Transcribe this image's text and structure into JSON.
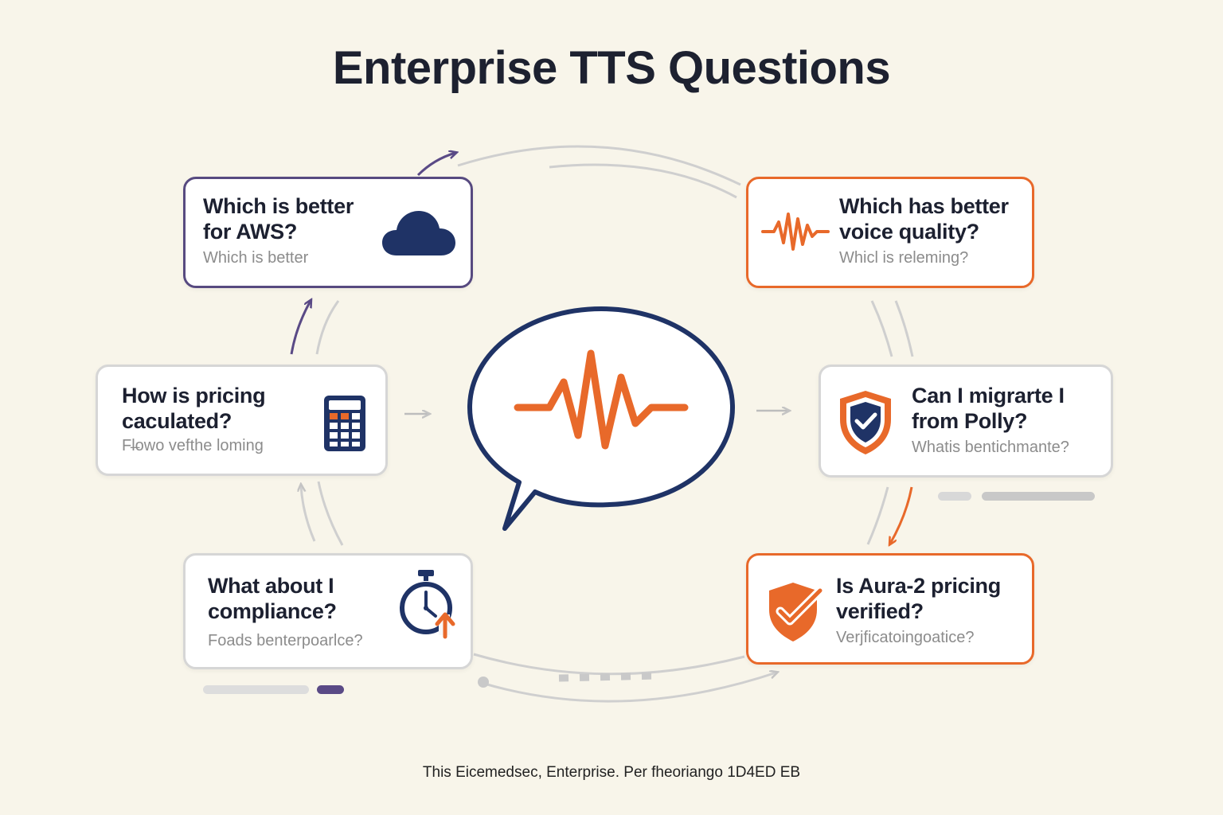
{
  "title": "Enterprise TTS Questions",
  "cards": {
    "aws": {
      "question_line1": "Which is better",
      "question_line2": "for AWS?",
      "subtitle": "Which is better",
      "icon": "cloud-icon"
    },
    "voice_quality": {
      "question_line1": "Which has better",
      "question_line2": "voice quality?",
      "subtitle": "Whicl is releming?",
      "icon": "waveform-icon"
    },
    "pricing": {
      "question_line1": "How is pricing",
      "question_line2": "caculated?",
      "subtitle": "Fl̶owo vefthe loming",
      "icon": "calculator-icon"
    },
    "migrate": {
      "question_line1": "Can I migrarte I",
      "question_line2": "from Polly?",
      "subtitle": "Whatis bentichmante?",
      "icon": "shield-check-icon"
    },
    "compliance": {
      "question_line1": "What about I",
      "question_line2": "compliance?",
      "subtitle": "Foads benterpoarlce?",
      "icon": "stopwatch-icon"
    },
    "verified": {
      "question_line1": "Is Aura-2 pricing",
      "question_line2": "verified?",
      "subtitle": "Verjficatoingoatice?",
      "icon": "shield-check-icon"
    }
  },
  "center_icon": "speech-bubble-waveform-icon",
  "footer": "This Eicemedsec, Enterprise. Per fheoriango 1D4ED EB",
  "colors": {
    "background": "#f8f5ea",
    "navy": "#1f3366",
    "purple": "#5a4a86",
    "orange": "#e8692a",
    "gray": "#c9c9c9"
  }
}
